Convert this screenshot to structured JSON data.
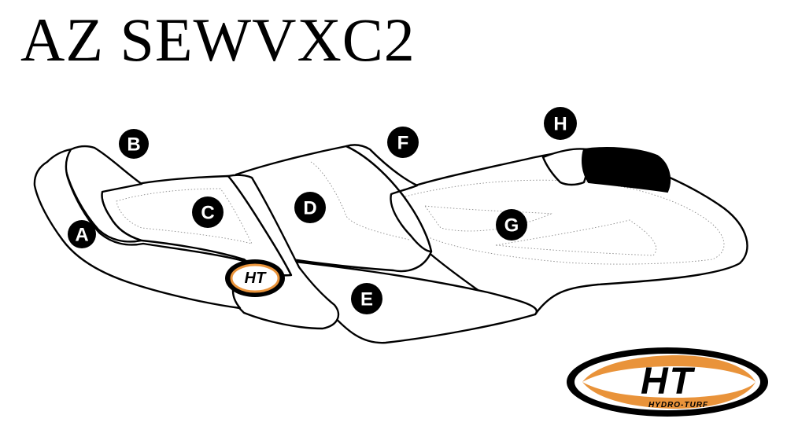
{
  "title": "AZ SEWVXC2",
  "badges": {
    "a": "A",
    "b": "B",
    "c": "C",
    "d": "D",
    "e": "E",
    "f": "F",
    "g": "G",
    "h": "H"
  },
  "logo": {
    "main": "HT",
    "sub": "HYDRO-TURF",
    "badge_text": "HT"
  },
  "colors": {
    "accent": "#e9933a",
    "outline": "#000000",
    "badge": "#000000"
  }
}
